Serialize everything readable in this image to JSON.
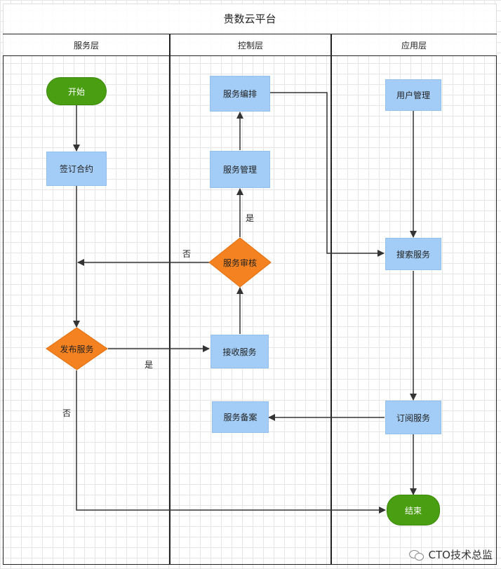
{
  "title": "贵数云平台",
  "lanes": [
    "服务层",
    "控制层",
    "应用层"
  ],
  "nodes": {
    "start": "开始",
    "sign_contract": "签订合约",
    "publish_service": "发布服务",
    "service_orchestration": "服务编排",
    "service_management": "服务管理",
    "service_review": "服务审核",
    "receive_service": "接收服务",
    "service_filing": "服务备案",
    "user_management": "用户管理",
    "search_service": "搜索服务",
    "subscribe_service": "订阅服务",
    "end": "结束"
  },
  "edge_labels": {
    "review_yes": "是",
    "review_no": "否",
    "publish_yes": "是",
    "publish_no": "否"
  },
  "colors": {
    "process": "#a3cdf6",
    "decision": "#f58220",
    "terminal": "#4a9e12",
    "line": "#333333"
  },
  "watermark": "CTO技术总监"
}
